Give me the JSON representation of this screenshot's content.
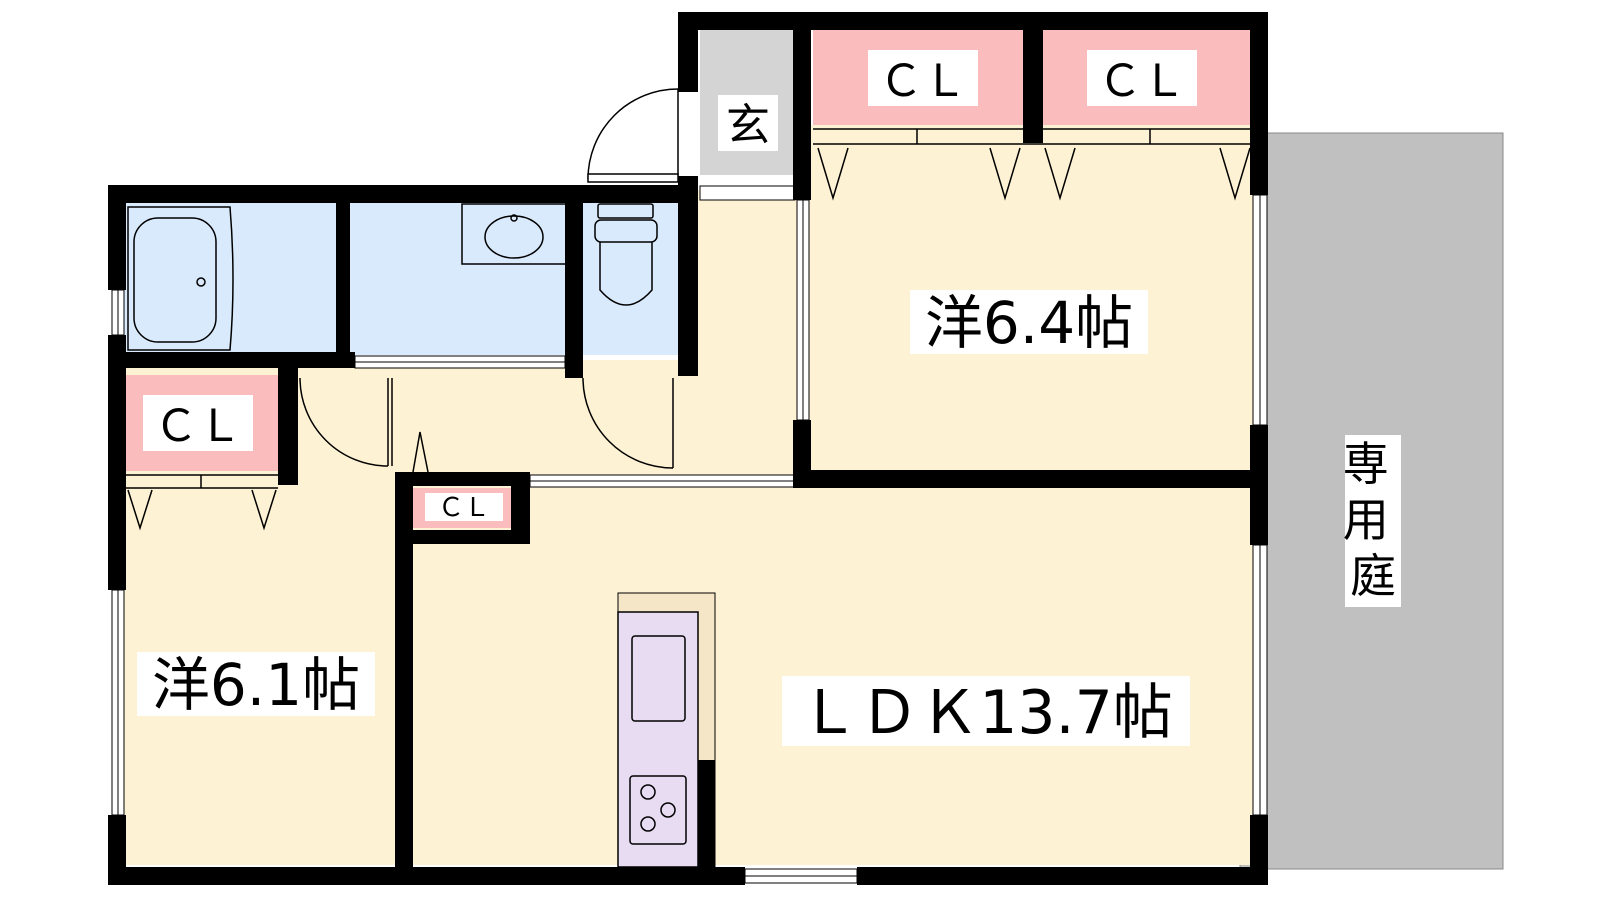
{
  "rooms": {
    "western_room_right": "洋6.4帖",
    "western_room_left": "洋6.1帖",
    "ldk": "ＬＤＫ13.7帖",
    "entrance": "玄",
    "garden": "専用庭"
  },
  "closets": {
    "upper_left": "ＣＬ",
    "upper_right": "ＣＬ",
    "left_room": "ＣＬ",
    "small": "ＣＬ"
  },
  "colors": {
    "room_floor": "#fdf2d3",
    "wet_area": "#d9eafc",
    "closet": "#fbbcbe",
    "kitchen": "#e8dcf2",
    "entrance": "#d4d4d4",
    "garden": "#c0c0c0",
    "wall": "#000000"
  }
}
